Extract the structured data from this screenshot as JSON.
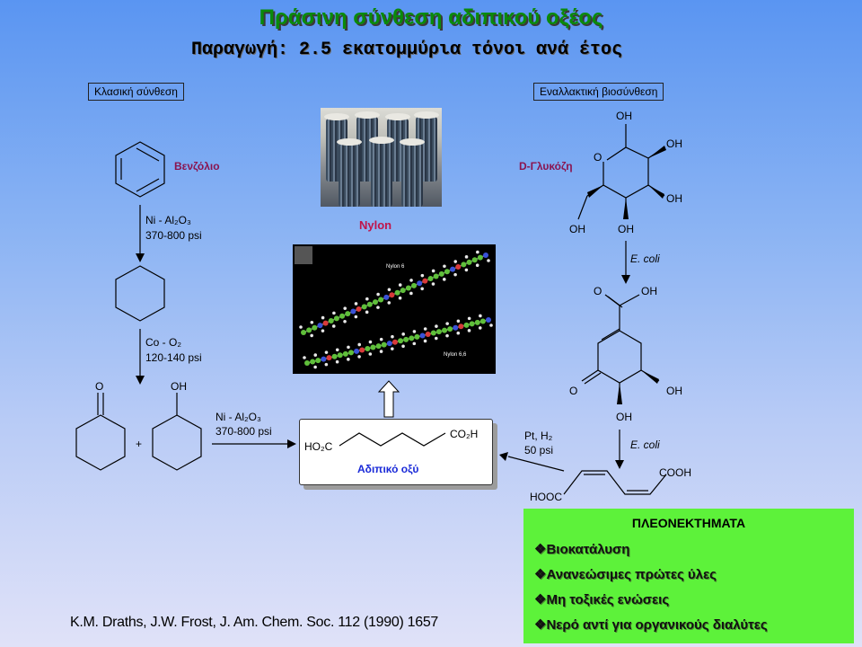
{
  "title": "Πράσινη σύνθεση αδιπικού οξέος",
  "subtitle": "Παραγωγή: 2.5 εκατομμύρια τόνοι ανά έτος",
  "classic": {
    "label": "Κλασική σύνθεση",
    "benzene": "Βενζόλιο",
    "step1_catalyst": "Ni - Al₂O₃",
    "step1_pressure": "370-800 psi",
    "step2_catalyst": "Co - O₂",
    "step2_pressure": "120-140 psi",
    "ketone_O": "O",
    "alcohol_OH": "OH",
    "plus": "+",
    "step3_catalyst": "Ni - Al₂O₃",
    "step3_pressure": "370-800 psi"
  },
  "center": {
    "nylon_label": "Nylon",
    "molecule_labels": [
      "Nylon 6",
      "Nylon 6,6"
    ],
    "adipic_left": "HO₂C",
    "adipic_right": "CO₂H",
    "adipic_name": "Αδιπικό οξύ"
  },
  "alternative": {
    "label": "Εναλλακτική βιοσύνθεση",
    "glucose": "D-Γλυκόζη",
    "glucose_atoms": [
      "OH",
      "OH",
      "O",
      "OH",
      "OH",
      "OH"
    ],
    "ecoli": "E. coli",
    "dhs_atoms": [
      "O",
      "OH",
      "O",
      "OH",
      "OH"
    ],
    "ecoli2": "E. coli",
    "pt_h2": "Pt, H₂",
    "pt_pressure": "50 psi",
    "muconic_left": "HOOC",
    "muconic_right": "COOH"
  },
  "advantages": {
    "title": "ΠΛΕΟΝΕΚΤΗΜΑΤΑ",
    "items": [
      "❖Βιοκατάλυση",
      "❖Ανανεώσιμες πρώτες ύλες",
      "❖Μη τοξικές ενώσεις",
      "❖Νερό αντί για οργανικούς διαλύτες"
    ]
  },
  "reference": "K.M. Draths, J.W. Frost, J. Am. Chem. Soc. 112 (1990) 1657",
  "colors": {
    "title_green": "#0a8a0a",
    "compound_purple": "#8a1450",
    "nylon_red": "#c0144a",
    "adv_green": "#5df23a",
    "adipic_blue": "#1a2ad8"
  }
}
